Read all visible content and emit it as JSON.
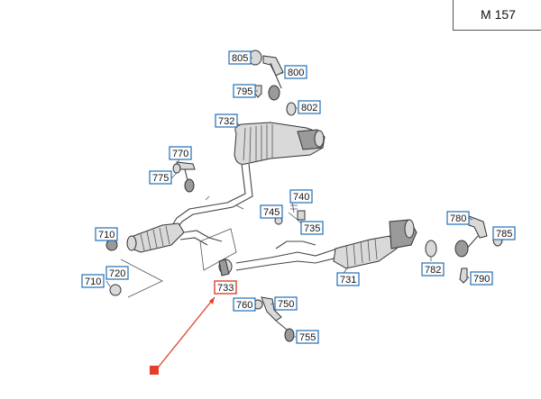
{
  "model": {
    "label": "M 157"
  },
  "callouts": [
    {
      "number": "805",
      "highlighted": false
    },
    {
      "number": "800",
      "highlighted": false
    },
    {
      "number": "795",
      "highlighted": false
    },
    {
      "number": "802",
      "highlighted": false
    },
    {
      "number": "732",
      "highlighted": false
    },
    {
      "number": "770",
      "highlighted": false
    },
    {
      "number": "775",
      "highlighted": false
    },
    {
      "number": "740",
      "highlighted": false
    },
    {
      "number": "745",
      "highlighted": false
    },
    {
      "number": "735",
      "highlighted": false
    },
    {
      "number": "710",
      "highlighted": false
    },
    {
      "number": "720",
      "highlighted": false
    },
    {
      "number": "710",
      "highlighted": false
    },
    {
      "number": "733",
      "highlighted": true
    },
    {
      "number": "731",
      "highlighted": false
    },
    {
      "number": "760",
      "highlighted": false
    },
    {
      "number": "750",
      "highlighted": false
    },
    {
      "number": "755",
      "highlighted": false
    },
    {
      "number": "780",
      "highlighted": false
    },
    {
      "number": "785",
      "highlighted": false
    },
    {
      "number": "782",
      "highlighted": false
    },
    {
      "number": "790",
      "highlighted": false
    }
  ],
  "colors": {
    "callout_border": "#1f6fb8",
    "highlight": "#e2402a"
  }
}
